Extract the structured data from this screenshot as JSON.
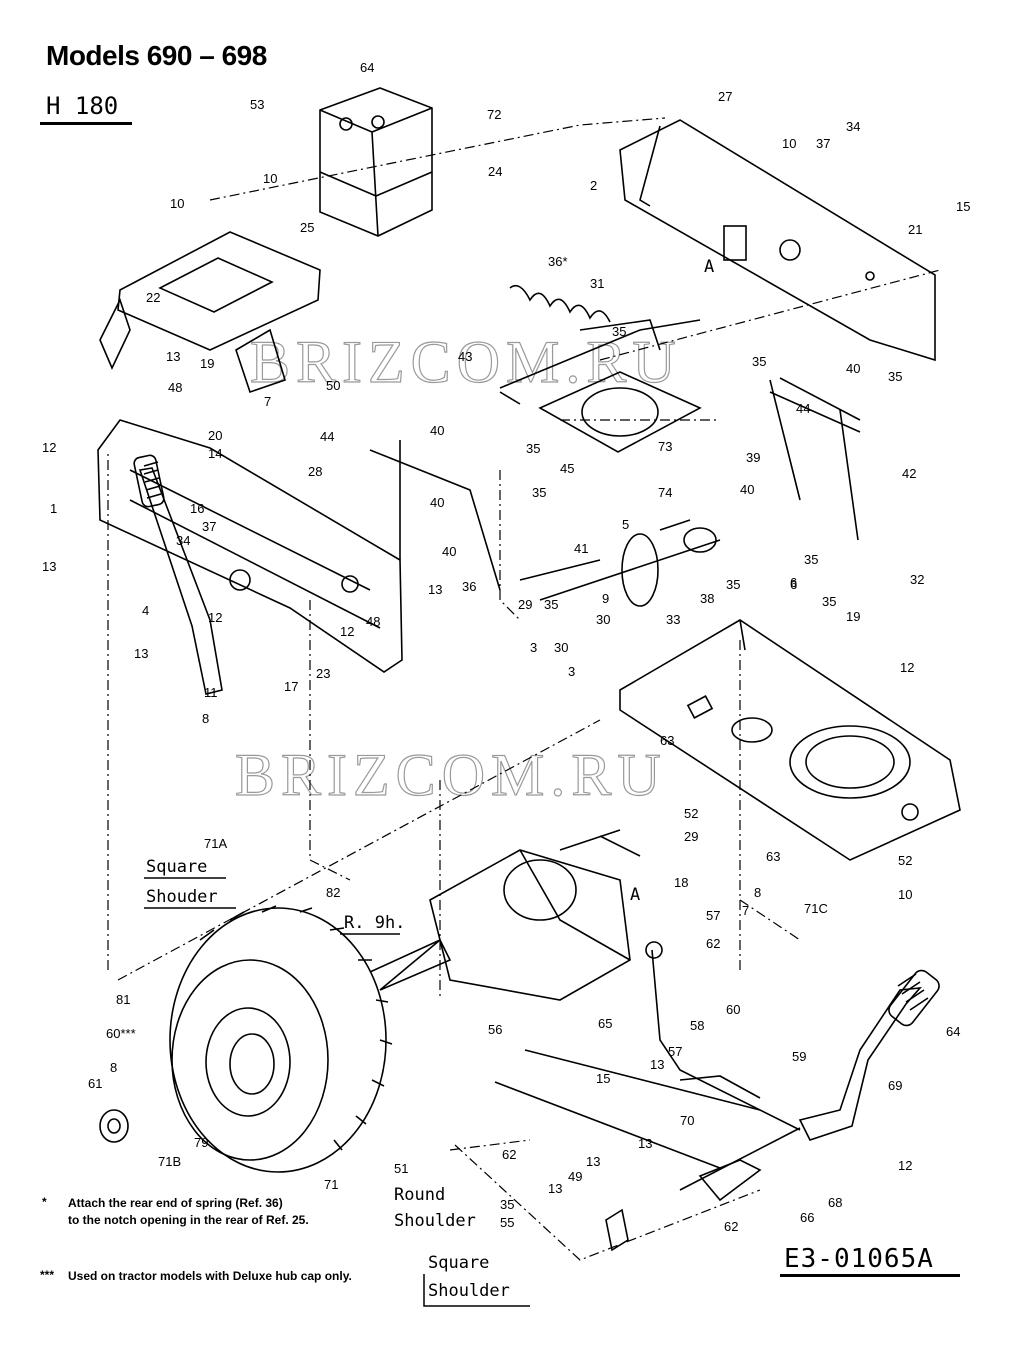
{
  "title": "Models 690 – 698",
  "model_code": "H 180",
  "drawing_number": "E3-01065A",
  "watermark": "BRIZCOM.RU",
  "notes": [
    {
      "marker": "*",
      "lines": [
        "Attach the rear end of spring (Ref. 36)",
        "to the notch opening in the rear of Ref. 25."
      ]
    },
    {
      "marker": "***",
      "lines": [
        "Used on tractor models with Deluxe hub cap only."
      ]
    }
  ],
  "labels": {
    "square_shoulder_1": [
      "Square",
      "Shouder"
    ],
    "rear_hand": "R. 9h.",
    "round_shoulder": [
      "Round",
      "Shoulder"
    ],
    "square_shoulder_2": [
      "Square",
      "Shoulder"
    ],
    "ref_a": "A"
  },
  "callouts": [
    "64",
    "53",
    "72",
    "24",
    "10",
    "10",
    "25",
    "22",
    "19",
    "50",
    "13",
    "48",
    "7",
    "20",
    "14",
    "12",
    "1",
    "13",
    "16",
    "28",
    "44",
    "40",
    "40",
    "40",
    "35",
    "35",
    "37",
    "34",
    "12",
    "12",
    "48",
    "13",
    "36",
    "4",
    "13",
    "11",
    "8",
    "17",
    "23",
    "27",
    "2",
    "10",
    "37",
    "34",
    "15",
    "21",
    "36*",
    "31",
    "35",
    "35",
    "43",
    "73",
    "35",
    "45",
    "74",
    "40",
    "35",
    "44",
    "39",
    "40",
    "42",
    "35",
    "32",
    "5",
    "41",
    "6",
    "35",
    "38",
    "9",
    "33",
    "6",
    "3",
    "30",
    "19",
    "30",
    "3",
    "35",
    "29",
    "12",
    "63",
    "52",
    "29",
    "63",
    "52",
    "10",
    "18",
    "7",
    "8",
    "71C",
    "71A",
    "82",
    "81",
    "60***",
    "8",
    "61",
    "79",
    "71B",
    "71",
    "51",
    "56",
    "57",
    "62",
    "60",
    "58",
    "57",
    "59",
    "13",
    "15",
    "70",
    "65",
    "64",
    "69",
    "62",
    "13",
    "12",
    "13",
    "49",
    "13",
    "35",
    "55",
    "68",
    "66",
    "62"
  ]
}
